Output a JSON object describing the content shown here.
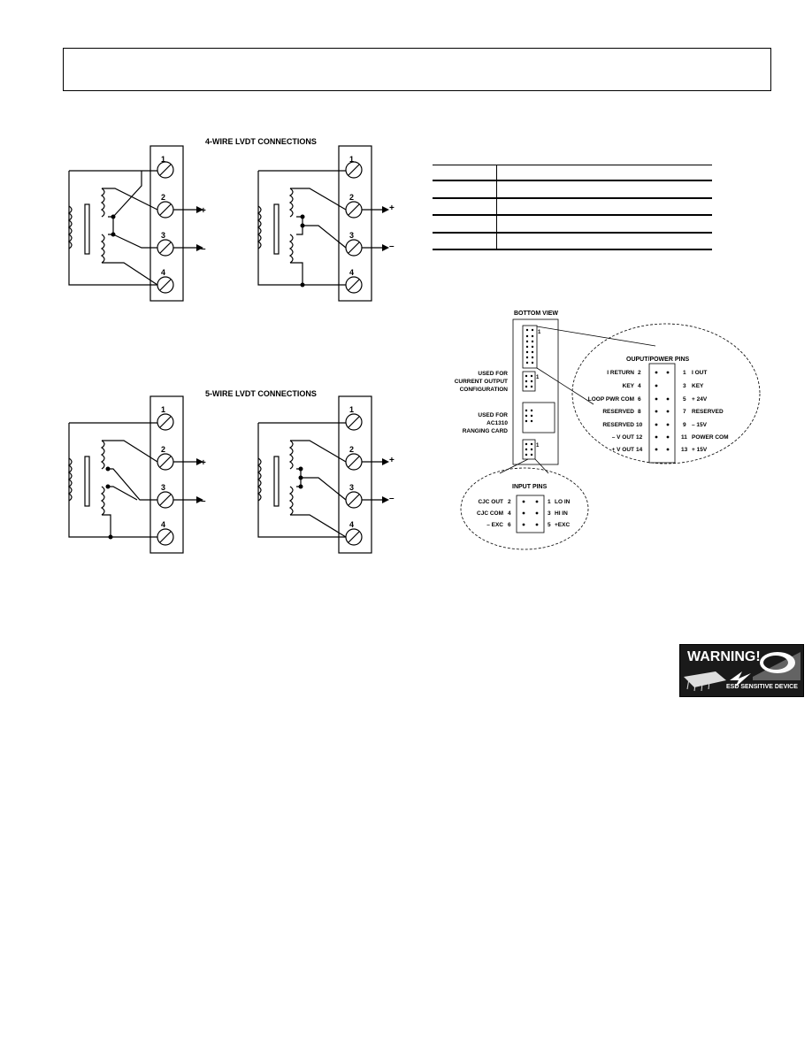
{
  "sections": {
    "four_wire_title": "4-WIRE LVDT CONNECTIONS",
    "five_wire_title": "5-WIRE LVDT CONNECTIONS"
  },
  "terminals": [
    "1",
    "2",
    "3",
    "4"
  ],
  "polarity": {
    "plus": "+",
    "minus": "–"
  },
  "pinout": {
    "bottom_view": "BOTTOM VIEW",
    "output_power_title": "OUPUT/POWER PINS",
    "left_labels": [
      "I RETURN",
      "KEY",
      "LOOP PWR COM",
      "RESERVED",
      "RESERVED",
      "– V OUT",
      "+ V OUT"
    ],
    "left_numbers": [
      "2",
      "4",
      "6",
      "8",
      "10",
      "12",
      "14"
    ],
    "right_numbers": [
      "1",
      "3",
      "5",
      "7",
      "9",
      "11",
      "13"
    ],
    "right_labels": [
      "I OUT",
      "KEY",
      "+ 24V",
      "RESERVED",
      "– 15V",
      "POWER COM",
      "+ 15V"
    ],
    "current_output_label": [
      "USED FOR",
      "CURRENT OUTPUT",
      "CONFIGURATION"
    ],
    "ranging_label": [
      "USED FOR",
      "AC1310",
      "RANGING CARD"
    ],
    "pin_one": "1",
    "input_title": "INPUT PINS",
    "input_left_labels": [
      "CJC OUT",
      "CJC COM",
      "– EXC"
    ],
    "input_left_numbers": [
      "2",
      "4",
      "6"
    ],
    "input_right_numbers": [
      "1",
      "3",
      "5"
    ],
    "input_right_labels": [
      "LO IN",
      "HI IN",
      "+EXC"
    ]
  },
  "warning": {
    "title": "WARNING!",
    "subtitle": "ESD SENSITIVE DEVICE"
  }
}
